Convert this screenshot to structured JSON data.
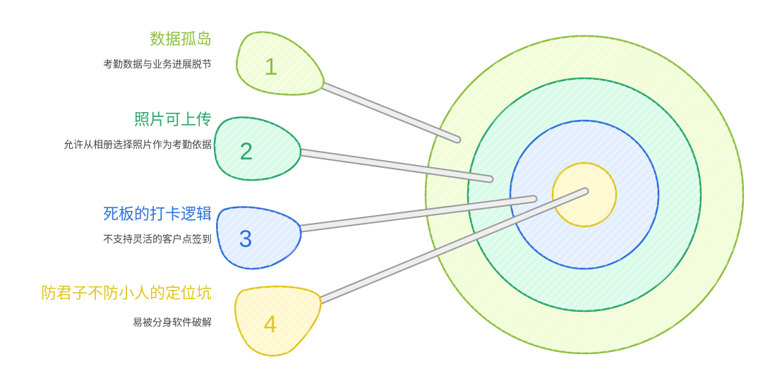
{
  "colors": {
    "ring1": "#8dbf3f",
    "fill1": "#f1fcd8",
    "ring2": "#2aa66a",
    "fill2": "#dafbe9",
    "ring3": "#2f6fdc",
    "fill3": "#e3eeff",
    "ring4": "#e0c61c",
    "fill4": "#fff8cf",
    "stick": "#9a9a9a",
    "stick_fill": "#eeeeee"
  },
  "items": [
    {
      "number": "1",
      "title": "数据孤岛",
      "desc": "考勤数据与业务进展脱节",
      "color": "#8dbf3f",
      "fill": "#f1fcd8"
    },
    {
      "number": "2",
      "title": "照片可上传",
      "desc": "允许从相册选择照片作为考勤依据",
      "color": "#2aa66a",
      "fill": "#dafbe9"
    },
    {
      "number": "3",
      "title": "死板的打卡逻辑",
      "desc": "不支持灵活的客户点签到",
      "color": "#2f6fdc",
      "fill": "#e3eeff"
    },
    {
      "number": "4",
      "title": "防君子不防小人的定位坑",
      "desc": "易被分身软件破解",
      "color": "#e0c61c",
      "fill": "#fff8cf"
    }
  ]
}
